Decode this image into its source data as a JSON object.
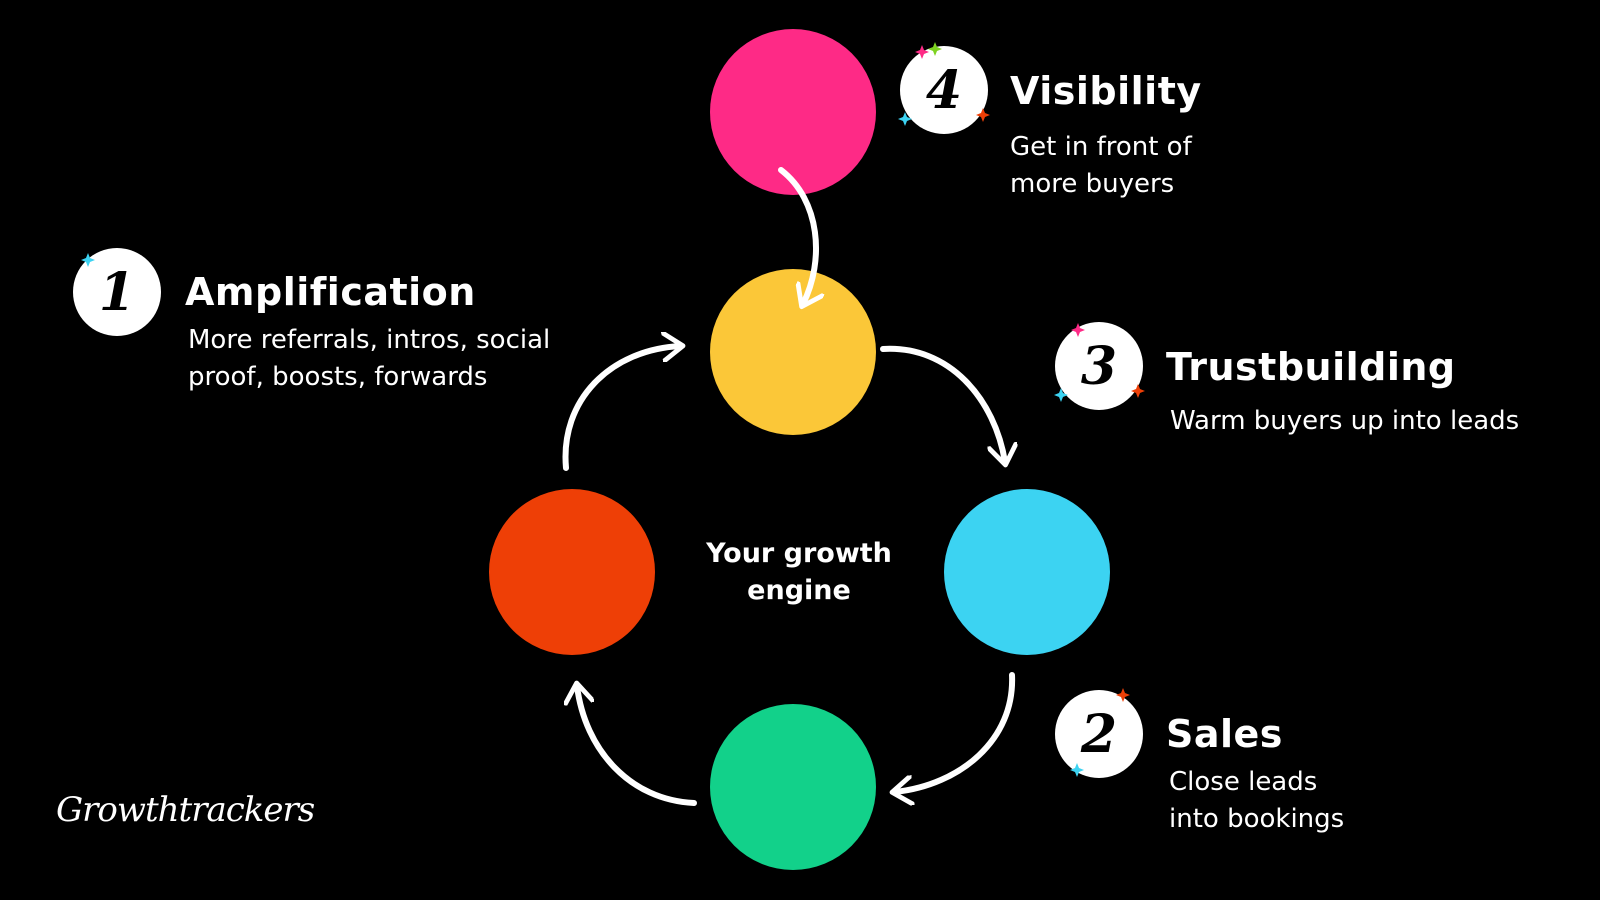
{
  "center_label": {
    "line1": "Your growth",
    "line2": "engine"
  },
  "steps": [
    {
      "number": "1",
      "title": "Amplification",
      "lines": [
        "More referrals, intros, social",
        "proof, boosts, forwards"
      ],
      "color": "#ee3f06"
    },
    {
      "number": "2",
      "title": "Sales",
      "lines": [
        "Close leads",
        "into bookings"
      ],
      "color": "#12d18a"
    },
    {
      "number": "3",
      "title": "Trustbuilding",
      "lines": [
        "Warm buyers up into leads"
      ],
      "color": "#3cd3f2"
    },
    {
      "number": "4",
      "title": "Visibility",
      "lines": [
        "Get in front of",
        "more buyers"
      ],
      "color": "#fe2a86"
    }
  ],
  "hub_color": "#fbc738",
  "logo": "Growthtrackers"
}
